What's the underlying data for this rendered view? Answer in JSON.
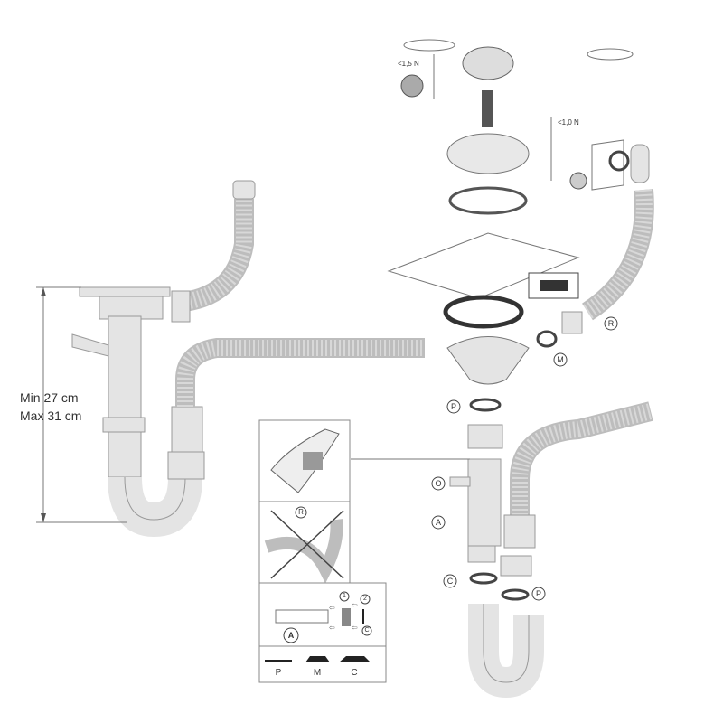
{
  "dimension": {
    "min_label": "Min 27 cm",
    "max_label": "Max 31 cm"
  },
  "torque": {
    "strainer": "<1,5 N",
    "overflow": "<1,0 N"
  },
  "part_labels": {
    "R": "R",
    "M": "M",
    "P": "P",
    "O": "O",
    "A": "A",
    "C": "C",
    "P2": "P"
  },
  "inset": {
    "no_label": "R",
    "callout_1": "1",
    "callout_2": "2",
    "callout_c": "C",
    "callout_a": "A",
    "gaskets": [
      "P",
      "M",
      "C"
    ]
  }
}
